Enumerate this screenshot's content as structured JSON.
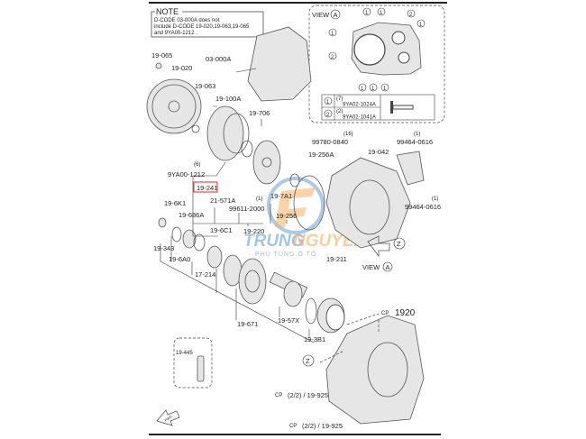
{
  "note": {
    "title": "NOTE",
    "line1": "D-CODE 03-000A does not",
    "line2": "include D-CODE 19-020,19-063,19-065",
    "line3": "and 9YA00-1212 ."
  },
  "view_a": {
    "label": "VIEW",
    "letter": "A",
    "callouts": [
      "1",
      "1",
      "1",
      "2",
      "1",
      "2",
      "1",
      "1",
      "1"
    ],
    "table": [
      {
        "num": "1",
        "qty": "(7)",
        "part": "9YA02-1024A"
      },
      {
        "num": "2",
        "qty": "(2)",
        "part": "9YA02-1041A"
      }
    ]
  },
  "labels": {
    "p19_065": "19-065",
    "p19_020": "19-020",
    "p03_000a": "03-000A",
    "p19_063": "19-063",
    "p19_100a": "19-100A",
    "p19_706": "19-706",
    "p9ya00_qty": "(6)",
    "p9ya00": "9YA00-1212",
    "p19_241": "19-241",
    "p21_571a": "21-571A",
    "p99611_qty": "(1)",
    "p99611": "99611-2000",
    "p19_7a1": "19-7A1",
    "p19_256": "19-256",
    "p19_220": "19-220",
    "p19_256a": "19-256A",
    "p99780_qty": "(16)",
    "p99780": "99780-0840",
    "p19_042": "19-042",
    "p99464a_qty": "(1)",
    "p99464a": "99464-0616",
    "p99464b_qty": "(1)",
    "p99464b": "99464-0616",
    "p19_211": "19-211",
    "view_a2": "VIEW",
    "view_a2_letter": "A",
    "z1": "Z",
    "p19_6k1": "19-6K1",
    "p19_686a": "19-686A",
    "p19_6c1": "19-6C1",
    "p19_343": "19-343",
    "p19_6a0": "19-6A0",
    "p17_214": "17-214",
    "p19_671": "19-671",
    "p19_57x": "19-57X",
    "p19_3b1": "19-3B1",
    "z2": "Z",
    "p19_445": "19-445",
    "cp_prefix": "CP",
    "cp1920": "1920",
    "cp_a": "(2/2) / 19-925",
    "cp_b": "(2/2) / 19-925",
    "fwd": "FWD"
  },
  "watermark": {
    "brand_a": "TRUNG",
    "brand_b": "NGUYEN",
    "tagline": "PHỤ TÙNG Ô TÔ"
  },
  "colors": {
    "highlight": "#e0262b",
    "watermark_blue": "#2f78c4",
    "watermark_orange": "#f29a3a"
  }
}
